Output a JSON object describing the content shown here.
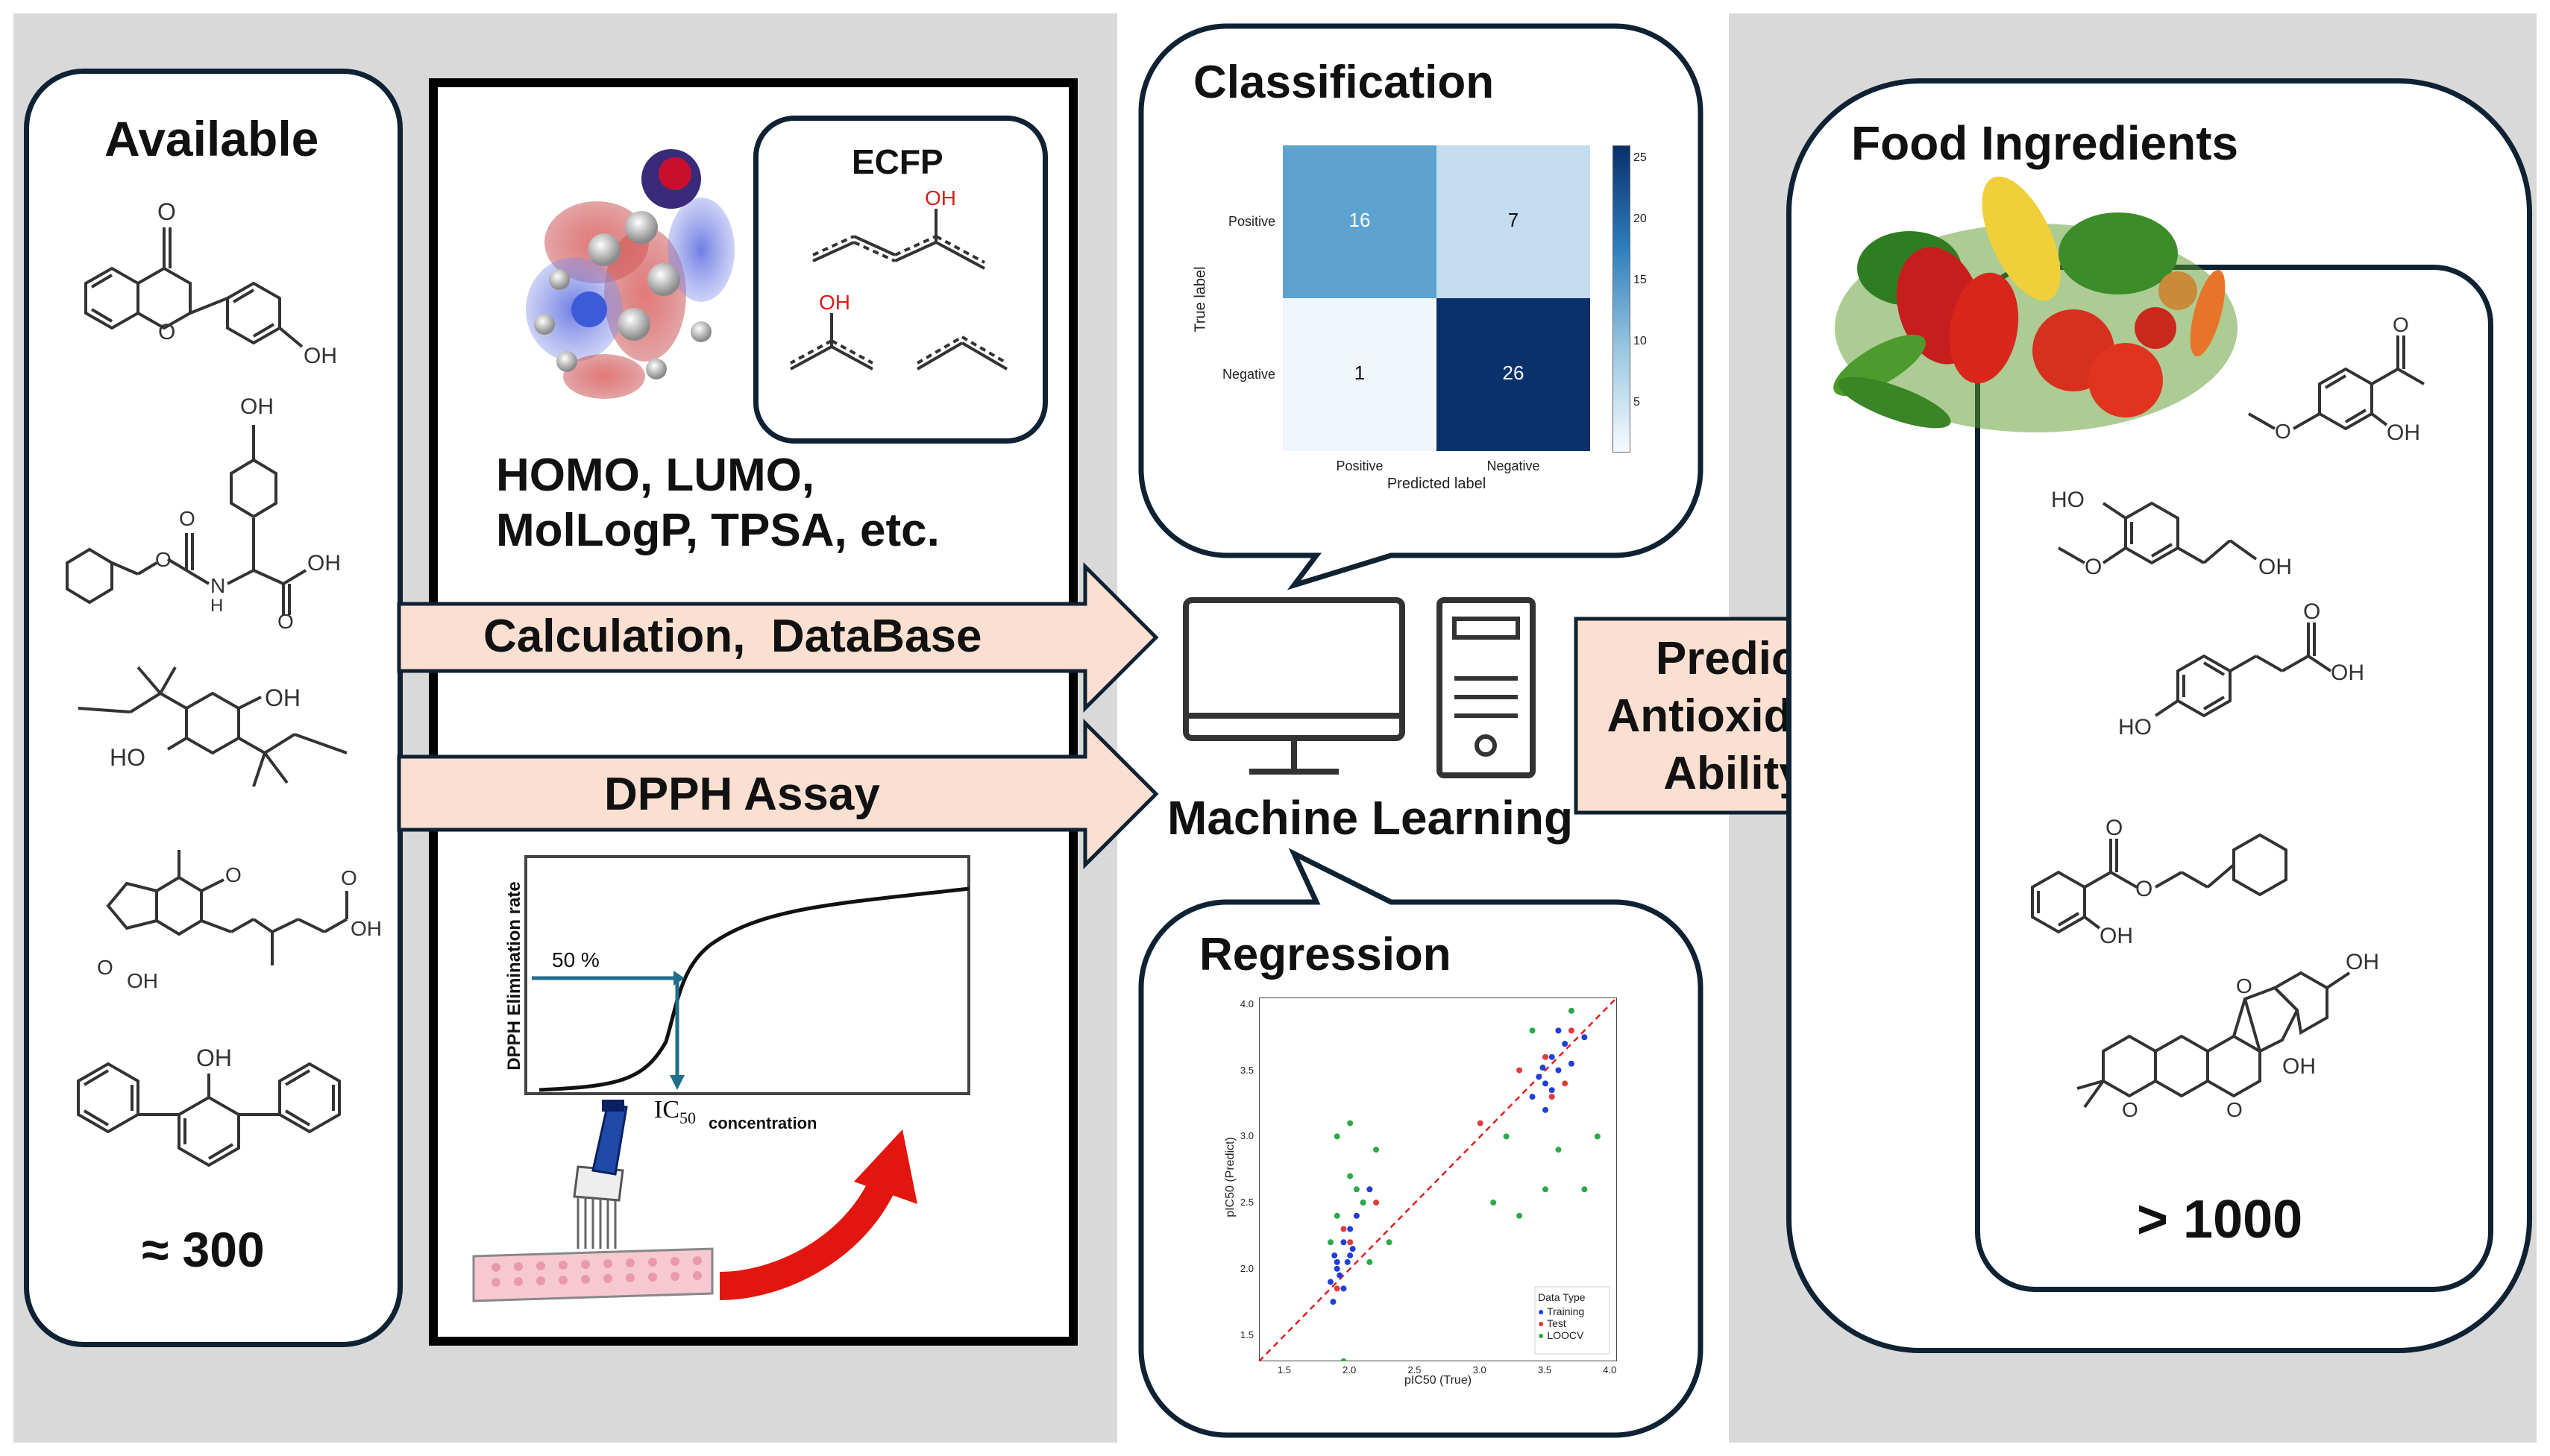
{
  "available": {
    "title": "Available",
    "count": "≈ 300"
  },
  "descriptors": {
    "ecfp_title": "ECFP",
    "oh_label": "OH",
    "line1": "HOMO, LUMO,",
    "line2": "MolLogP, TPSA, etc."
  },
  "arrows": {
    "calc": "Calculation,  DataBase",
    "dpph": "DPPH Assay"
  },
  "dpph_plot": {
    "ylabel": "DPPH Elimination rate",
    "fifty": "50 %",
    "ic50": "IC",
    "ic50_sub": "50",
    "xlabel": "concentration"
  },
  "ml": {
    "label": "Machine Learning"
  },
  "classification": {
    "title": "Classification",
    "chart_data": {
      "type": "heatmap",
      "rows": [
        "Positive",
        "Negative"
      ],
      "cols": [
        "Positive",
        "Negative"
      ],
      "values": [
        [
          16,
          7
        ],
        [
          1,
          26
        ]
      ],
      "xlabel": "Predicted label",
      "ylabel": "True label",
      "colorbar_ticks": [
        "25",
        "20",
        "15",
        "10",
        "5"
      ]
    }
  },
  "regression": {
    "title": "Regression",
    "chart_data": {
      "type": "scatter",
      "xlabel": "pIC50 (True)",
      "ylabel": "pIC50 (Predict)",
      "xticks": [
        "1.5",
        "2.0",
        "2.5",
        "3.0",
        "3.5",
        "4.0"
      ],
      "yticks": [
        "1.5",
        "2.0",
        "2.5",
        "3.0",
        "3.5",
        "4.0"
      ],
      "legend_title": "Data Type",
      "series": [
        {
          "name": "Training",
          "color": "#1f3fd6",
          "points": [
            [
              1.85,
              1.9
            ],
            [
              1.9,
              2.0
            ],
            [
              1.88,
              2.1
            ],
            [
              1.95,
              2.2
            ],
            [
              1.92,
              1.95
            ],
            [
              2.0,
              2.3
            ],
            [
              2.05,
              2.4
            ],
            [
              2.1,
              2.5
            ],
            [
              1.98,
              2.05
            ],
            [
              2.02,
              2.15
            ],
            [
              3.4,
              3.3
            ],
            [
              3.5,
              3.4
            ],
            [
              3.55,
              3.6
            ],
            [
              3.6,
              3.5
            ],
            [
              3.65,
              3.7
            ],
            [
              3.7,
              3.55
            ],
            [
              3.45,
              3.45
            ],
            [
              3.8,
              3.75
            ],
            [
              3.5,
              3.2
            ],
            [
              3.55,
              3.35
            ],
            [
              1.9,
              2.05
            ],
            [
              1.95,
              1.85
            ],
            [
              2.15,
              2.6
            ],
            [
              2.0,
              2.1
            ],
            [
              1.87,
              1.75
            ],
            [
              3.6,
              3.8
            ],
            [
              3.48,
              3.52
            ]
          ]
        },
        {
          "name": "Test",
          "color": "#e23b3b",
          "points": [
            [
              1.9,
              1.85
            ],
            [
              2.0,
              2.2
            ],
            [
              2.2,
              2.5
            ],
            [
              3.0,
              3.1
            ],
            [
              3.3,
              3.5
            ],
            [
              3.5,
              3.6
            ],
            [
              3.7,
              3.8
            ],
            [
              3.55,
              3.3
            ],
            [
              1.95,
              2.3
            ],
            [
              3.65,
              3.4
            ]
          ]
        },
        {
          "name": "LOOCV",
          "color": "#2ea84a",
          "points": [
            [
              1.9,
              3.0
            ],
            [
              2.0,
              2.7
            ],
            [
              2.1,
              2.5
            ],
            [
              1.85,
              2.2
            ],
            [
              2.2,
              2.9
            ],
            [
              2.0,
              3.1
            ],
            [
              3.3,
              2.4
            ],
            [
              3.5,
              2.6
            ],
            [
              3.6,
              2.9
            ],
            [
              3.2,
              3.0
            ],
            [
              3.8,
              2.6
            ],
            [
              2.3,
              2.2
            ],
            [
              1.95,
              1.3
            ],
            [
              2.05,
              2.6
            ],
            [
              3.4,
              3.8
            ],
            [
              3.7,
              3.95
            ],
            [
              2.15,
              2.05
            ],
            [
              3.1,
              2.5
            ],
            [
              3.9,
              3.0
            ],
            [
              1.9,
              2.4
            ]
          ]
        }
      ]
    }
  },
  "predict": {
    "line1": "Predict",
    "line2": "Antioxidant",
    "line3": "Ability"
  },
  "food": {
    "title": "Food Ingredients",
    "count": "> 1000"
  }
}
